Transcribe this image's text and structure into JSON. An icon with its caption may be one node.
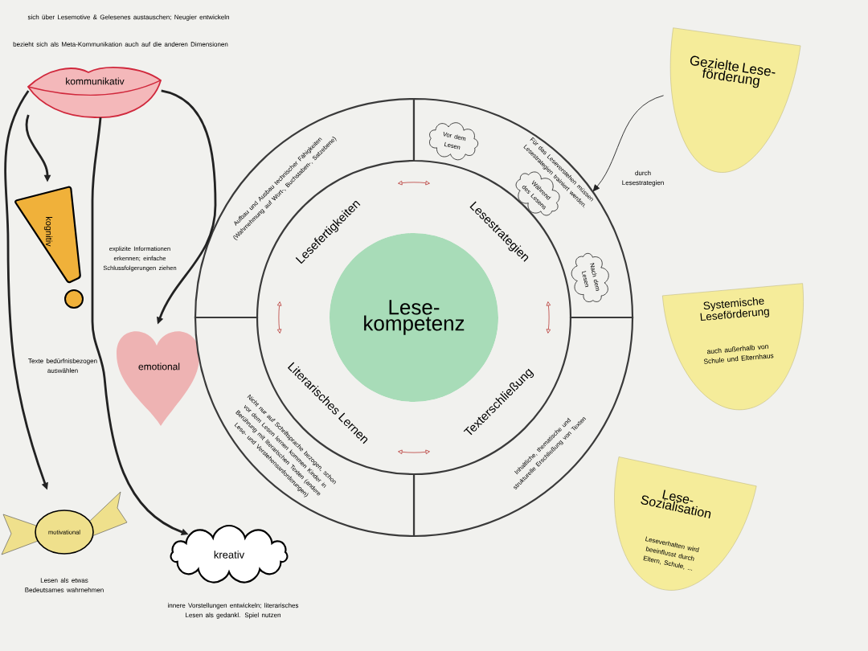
{
  "diagram": {
    "nodes": [
      {
        "text": [
          "kommunikativ"
        ],
        "beside": [
          "sich über Lesemotive & Gelesenes austauschen; Neugier entwickeln",
          "bezieht sich als Meta-Kommunikation auch auf die anderen Dimensionen"
        ]
      },
      {
        "text": [
          "kognitiv"
        ],
        "beside": [
          "explizite Informationen erkennen; einfache Schlussfolgerungen ziehen"
        ]
      },
      {
        "text": [
          "emotional"
        ],
        "beside": [
          "Texte bedürfnisbezogen auswählen"
        ]
      },
      {
        "text": [
          "motivational"
        ],
        "beside": [
          "Lesen als etwas Bedeutsames wahrnehmen"
        ]
      },
      {
        "text": [
          "kreativ"
        ],
        "beside": [
          "innere Vorstellungen entwickeln; literarisches Lesen als gedankl. Spiel nutzen"
        ]
      },
      {
        "text": [
          "Lese-kompetenz"
        ]
      },
      {
        "text": [
          "Lesefertigkeiten"
        ]
      },
      {
        "text": [
          "Lesestrategien"
        ]
      },
      {
        "text": [
          "Texterschließung"
        ]
      },
      {
        "text": [
          "Literarisches Lernen"
        ]
      },
      {
        "text": [
          "Aufbau und Ausbau technischer Fähigkeiten (Wahrnehmung auf Wort-, Buchstaben-, Satzebene)"
        ]
      },
      {
        "text": [
          "Für das Leseverstehen müssen Lesestrategien trainiert werden."
        ]
      },
      {
        "text": [
          "Vor dem Lesen"
        ],
        "in": 11
      },
      {
        "text": [
          "Während des Lesens"
        ],
        "in": 11
      },
      {
        "text": [
          "Nach dem Lesen"
        ],
        "in": 11
      },
      {
        "text": [
          "Inhaltliche, thematische und strukturelle Erschließung von Texten"
        ]
      },
      {
        "text": [
          "Nicht nur auf Schriftsprache bezogen, schon vor dem Lesen lernen kommen Kinder in Berührung mit literarischen Texten (andere Lese- und Verstehensanforderungen)"
        ]
      },
      {
        "text": [
          "Gezielte Lese-förderung"
        ]
      },
      {
        "text": [
          "Systemische Leseförderung",
          "auch außerhalb von Schule und Elternhaus"
        ]
      },
      {
        "text": [
          "Lese-Sozialisation",
          "Leseverhalten wird beeinflusst durch Eltern, Schule, ..."
        ]
      }
    ],
    "edges": [
      {
        "from": 0,
        "to": 1,
        "arrow": "to",
        "style": "thick"
      },
      {
        "from": 0,
        "to": 3,
        "arrow": "to",
        "style": "thick"
      },
      {
        "from": 0,
        "to": 4,
        "arrow": "to",
        "style": "thick"
      },
      {
        "from": 0,
        "to": 2,
        "arrow": "to",
        "style": "thick"
      },
      {
        "from": 17,
        "to": 11,
        "arrow": "to",
        "label": "durch Lesestrategien"
      },
      {
        "from": 6,
        "to": 7,
        "arrow": "both",
        "color": "#c0504d"
      },
      {
        "from": 7,
        "to": 8,
        "arrow": "both",
        "color": "#c0504d"
      },
      {
        "from": 8,
        "to": 9,
        "arrow": "both",
        "color": "#c0504d"
      },
      {
        "from": 9,
        "to": 6,
        "arrow": "both",
        "color": "#c0504d"
      }
    ]
  }
}
